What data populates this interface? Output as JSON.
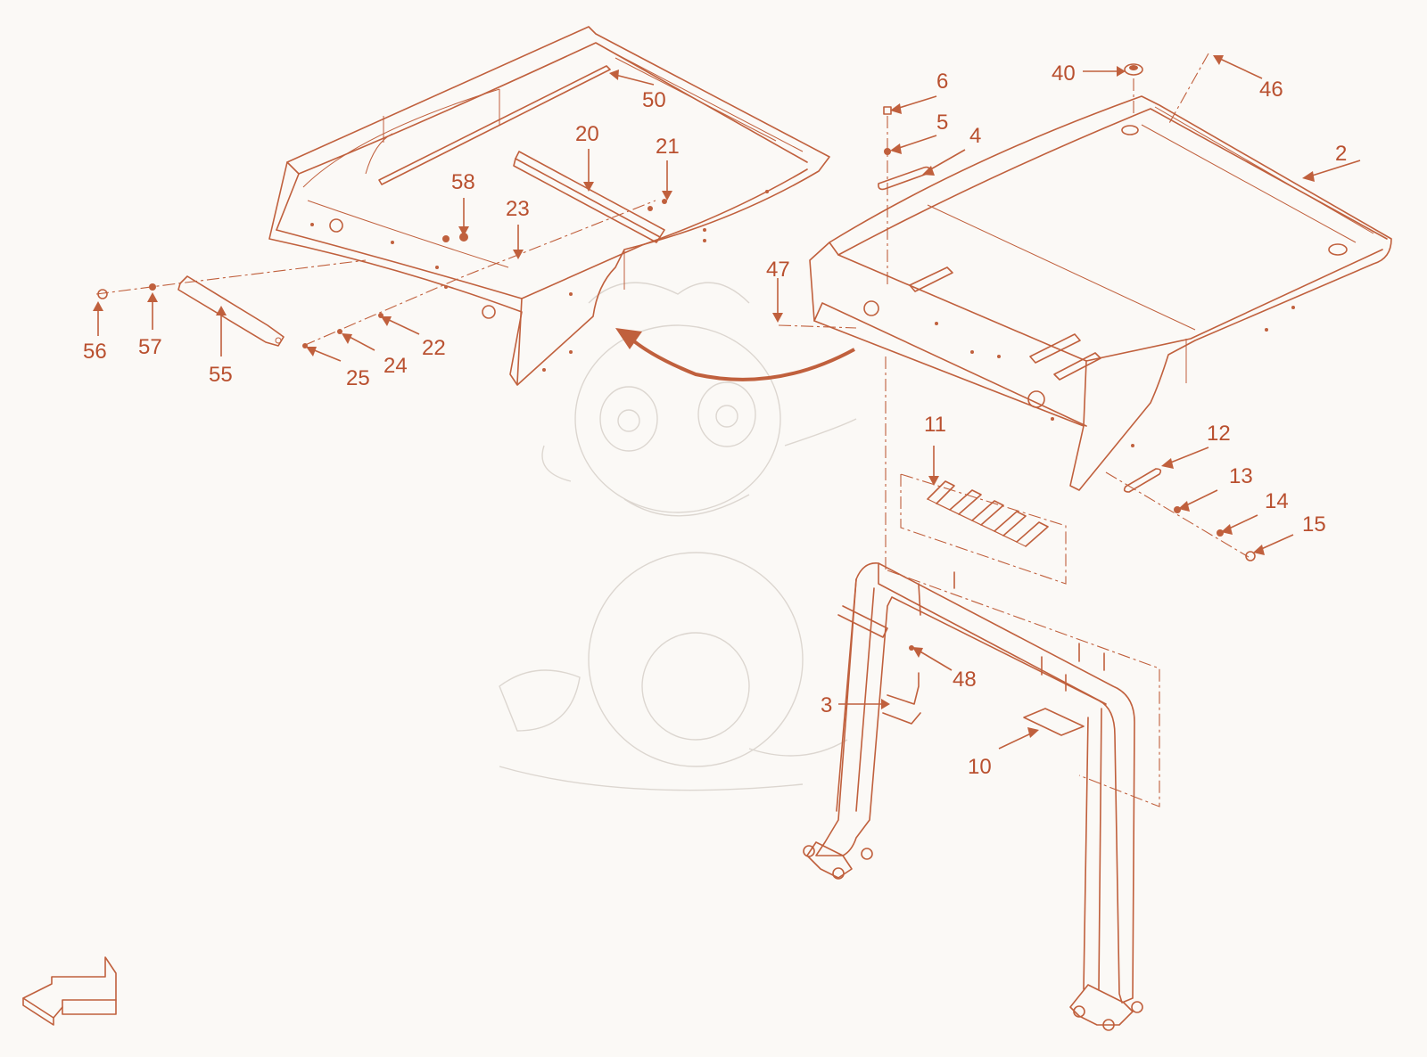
{
  "diagram": {
    "accent_color": "#c0603d",
    "background_color": "#fbf9f6",
    "callouts": [
      {
        "id": "c2",
        "label": "2"
      },
      {
        "id": "c3",
        "label": "3"
      },
      {
        "id": "c4",
        "label": "4"
      },
      {
        "id": "c5",
        "label": "5"
      },
      {
        "id": "c6",
        "label": "6"
      },
      {
        "id": "c10",
        "label": "10"
      },
      {
        "id": "c11",
        "label": "11"
      },
      {
        "id": "c12",
        "label": "12"
      },
      {
        "id": "c13",
        "label": "13"
      },
      {
        "id": "c14",
        "label": "14"
      },
      {
        "id": "c15",
        "label": "15"
      },
      {
        "id": "c20",
        "label": "20"
      },
      {
        "id": "c21",
        "label": "21"
      },
      {
        "id": "c22",
        "label": "22"
      },
      {
        "id": "c23",
        "label": "23"
      },
      {
        "id": "c24",
        "label": "24"
      },
      {
        "id": "c25",
        "label": "25"
      },
      {
        "id": "c40",
        "label": "40"
      },
      {
        "id": "c46",
        "label": "46"
      },
      {
        "id": "c47",
        "label": "47"
      },
      {
        "id": "c48",
        "label": "48"
      },
      {
        "id": "c50",
        "label": "50"
      },
      {
        "id": "c55",
        "label": "55"
      },
      {
        "id": "c56",
        "label": "56"
      },
      {
        "id": "c57",
        "label": "57"
      },
      {
        "id": "c58",
        "label": "58"
      }
    ],
    "icons": {
      "orientation": "front-direction-arrow-icon",
      "rotate": "curved-arrow-icon",
      "watermark": "dragon-watermark-icon"
    }
  }
}
